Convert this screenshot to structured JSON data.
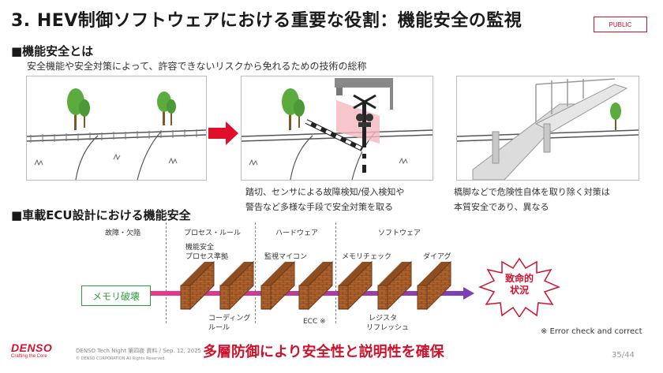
{
  "header": {
    "title": "3. HEV制御ソフトウェアにおける重要な役割：機能安全の監視",
    "badge": "PUBLIC"
  },
  "section1": {
    "heading": "■機能安全とは",
    "definition": "安全機能や安全対策によって、許容できないリスクから免れるための技術の総称",
    "caption_middle_line1": "踏切、センサによる故障検知/侵入検知や",
    "caption_middle_line2": "警告など多様な手段で安全対策を取る",
    "caption_right_line1": "橋脚などで危険性自体を取り除く対策は",
    "caption_right_line2": "本質安全であり、異なる"
  },
  "section2": {
    "heading": "■車載ECU設計における機能安全",
    "columns": [
      "故障・欠陥",
      "プロセス・ルール",
      "ハードウェア",
      "ソフトウェア"
    ],
    "walls_top": [
      "機能安全",
      "プロセス準拠",
      "監視マイコン",
      "メモリチェック",
      "ダイアグ"
    ],
    "walls_bottom": [
      "コーディング",
      "ルール",
      "ECC ※",
      "レジスタ",
      "リフレッシュ"
    ],
    "start_label": "メモリ破壊",
    "end_label_line1": "致命的",
    "end_label_line2": "状況",
    "note": "※ Error check and correct"
  },
  "footer": {
    "logo": "DENSO",
    "tagline": "Crafting the Core",
    "meta": "DENSO Tech Night 第四夜 資料 / Sep. 12, 2025",
    "copyright": "© DENSO CORPORATION All Rights Reserved.",
    "conclusion": "多層防御により安全性と説明性を確保",
    "page": "35/44"
  },
  "colors": {
    "accent": "#d0112b",
    "green": "#2e9e3c",
    "pink": "#e8317c",
    "purple": "#7b3fb5",
    "brick": "#a65a2a"
  }
}
